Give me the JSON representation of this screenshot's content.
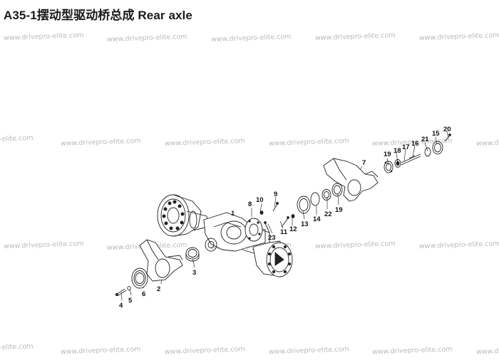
{
  "title": "A35-1摆动型驱动桥总成  Rear axle",
  "watermark": "www.drivepro-elite.com",
  "callouts": [
    "1",
    "2",
    "3",
    "4",
    "5",
    "6",
    "7",
    "8",
    "9",
    "10",
    "11",
    "12",
    "13",
    "14",
    "15",
    "16",
    "17",
    "18",
    "19",
    "19",
    "20",
    "21",
    "22",
    "23"
  ]
}
